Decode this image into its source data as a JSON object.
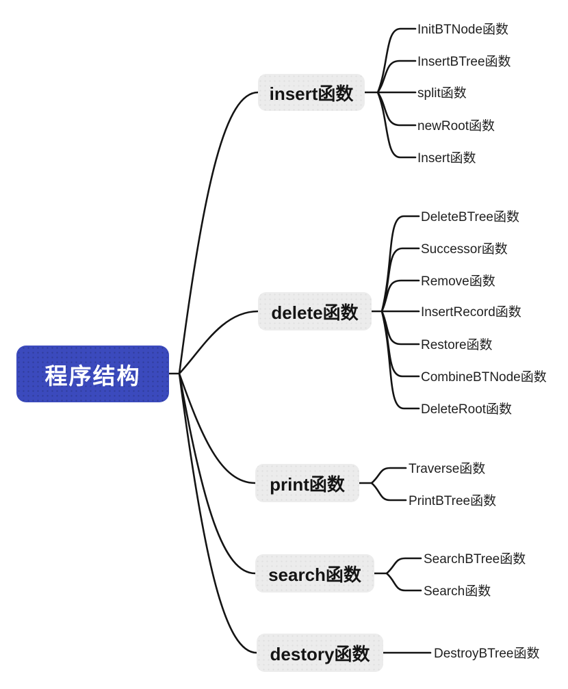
{
  "root": {
    "label": "程序结构"
  },
  "branches": [
    {
      "label": "insert函数",
      "leaves": [
        "InitBTNode函数",
        "InsertBTree函数",
        "split函数",
        "newRoot函数",
        "Insert函数"
      ]
    },
    {
      "label": "delete函数",
      "leaves": [
        "DeleteBTree函数",
        "Successor函数",
        "Remove函数",
        "InsertRecord函数",
        "Restore函数",
        "CombineBTNode函数",
        "DeleteRoot函数"
      ]
    },
    {
      "label": "print函数",
      "leaves": [
        "Traverse函数",
        "PrintBTree函数"
      ]
    },
    {
      "label": "search函数",
      "leaves": [
        "SearchBTree函数",
        "Search函数"
      ]
    },
    {
      "label": "destory函数",
      "leaves": [
        "DestroyBTree函数"
      ]
    }
  ],
  "colors": {
    "root_bg": "#3B4ABD",
    "root_text": "#FFFFFF",
    "branch_bg": "#ECECEC",
    "branch_text": "#141414",
    "leaf_text": "#1F1F1F",
    "line": "#141414",
    "background": "#FFFFFF"
  }
}
